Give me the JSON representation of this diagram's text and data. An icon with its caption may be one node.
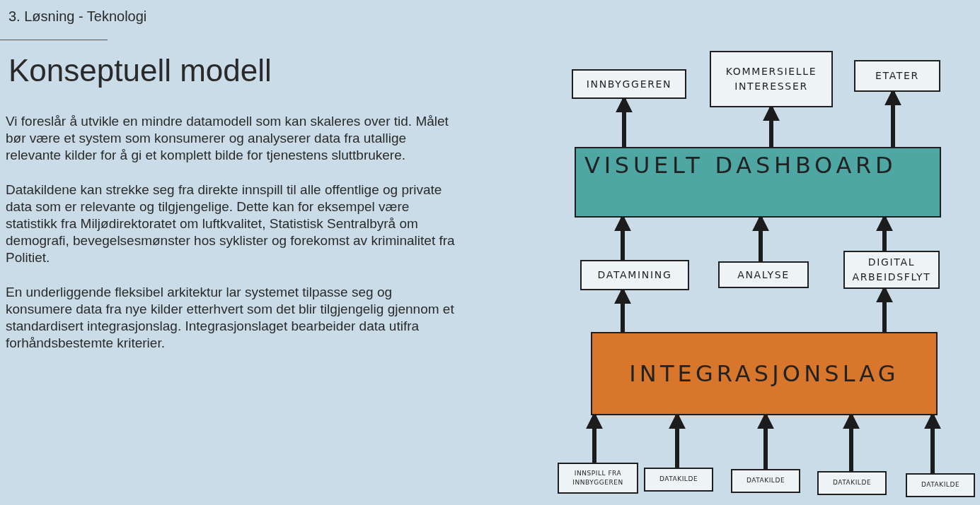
{
  "diagram": {
    "title": "Konseptuell modell",
    "nodes": [
      {
        "text": [
          "INNBYGGEREN"
        ]
      },
      {
        "text": [
          "KOMMERSIELLE INTERESSER"
        ]
      },
      {
        "text": [
          "ETATER"
        ]
      },
      {
        "text": [
          "VISUELT DASHBOARD"
        ]
      },
      {
        "text": [
          "DATAMINING"
        ]
      },
      {
        "text": [
          "ANALYSE"
        ]
      },
      {
        "text": [
          "DIGITAL ARBEIDSFLYT"
        ]
      },
      {
        "text": [
          "INTEGRASJONSLAG"
        ]
      },
      {
        "text": [
          "INNSPILL FRA INNBYGGEREN"
        ]
      },
      {
        "text": [
          "DATAKILDE"
        ]
      },
      {
        "text": [
          "DATAKILDE"
        ]
      },
      {
        "text": [
          "DATAKILDE"
        ]
      },
      {
        "text": [
          "DATAKILDE"
        ]
      }
    ],
    "edges": [
      {
        "from": 3,
        "to": 0,
        "arrow": "to"
      },
      {
        "from": 3,
        "to": 1,
        "arrow": "to"
      },
      {
        "from": 3,
        "to": 2,
        "arrow": "to"
      },
      {
        "from": 4,
        "to": 3,
        "arrow": "to"
      },
      {
        "from": 5,
        "to": 3,
        "arrow": "to"
      },
      {
        "from": 6,
        "to": 3,
        "arrow": "to"
      },
      {
        "from": 7,
        "to": 4,
        "arrow": "to"
      },
      {
        "from": 7,
        "to": 6,
        "arrow": "to"
      },
      {
        "from": 8,
        "to": 7,
        "arrow": "to"
      },
      {
        "from": 9,
        "to": 7,
        "arrow": "to"
      },
      {
        "from": 10,
        "to": 7,
        "arrow": "to"
      },
      {
        "from": 11,
        "to": 7,
        "arrow": "to"
      },
      {
        "from": 12,
        "to": 7,
        "arrow": "to"
      }
    ],
    "labels": [
      "3. Løsning - Teknologi",
      "Vi foreslår å utvikle en mindre datamodell som kan skaleres over tid. Målet bør være et system som konsumerer og analyserer data fra utallige relevante kilder for å gi et komplett bilde for tjenestens sluttbrukere.",
      "Datakildene kan strekke seg fra direkte innspill til alle offentlige og private data som er relevante og tilgjengelige. Dette kan for eksempel være statistikk fra Miljødirektoratet om luftkvalitet, Statistisk Sentralbyrå om demografi, bevegelsesmønster hos syklister og forekomst av kriminalitet fra Politiet.",
      "En underliggende fleksibel arkitektur lar systemet tilpasse seg og konsumere data fra nye kilder etterhvert som det blir tilgjengelig gjennom et standardisert integrasjonslag. Integrasjonslaget bearbeider data utifra forhåndsbestemte kriterier."
    ]
  }
}
